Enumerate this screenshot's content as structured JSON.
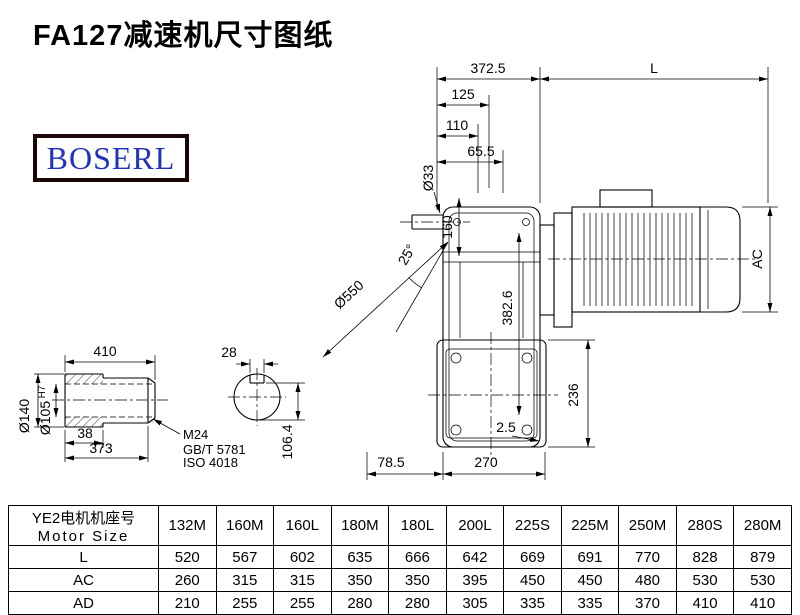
{
  "page": {
    "title": "FA127减速机尺寸图纸",
    "logo_text": "BOSERL"
  },
  "dims": {
    "top_width": "372.5",
    "motor_length": "L",
    "d125": "125",
    "d110": "110",
    "d65_5": "65.5",
    "shaft_dia": "Ø33",
    "d160": "160",
    "angle": "25°",
    "flange_dia": "Ø550",
    "d382_6": "382.6",
    "motor_dia": "AC",
    "d236": "236",
    "d2_5": "2.5",
    "d78_5": "78.5",
    "d270": "270",
    "shaft_len": "410",
    "key_width": "28",
    "d140": "Ø140",
    "bore": "Ø105",
    "bore_tol": "H7",
    "d38": "38",
    "d373": "373",
    "thread": "M24",
    "std1": "GB/T 5781",
    "std2": "ISO 4018",
    "d106_4": "106.4"
  },
  "table": {
    "header": {
      "line1": "YE2电机机座号",
      "line2": "Motor Size"
    },
    "columns": [
      "132M",
      "160M",
      "160L",
      "180M",
      "180L",
      "200L",
      "225S",
      "225M",
      "250M",
      "280S",
      "280M"
    ],
    "rows": [
      {
        "label": "L",
        "values": [
          "520",
          "567",
          "602",
          "635",
          "666",
          "642",
          "669",
          "691",
          "770",
          "828",
          "879"
        ]
      },
      {
        "label": "AC",
        "values": [
          "260",
          "315",
          "315",
          "350",
          "350",
          "395",
          "450",
          "450",
          "480",
          "530",
          "530"
        ]
      },
      {
        "label": "AD",
        "values": [
          "210",
          "255",
          "255",
          "280",
          "280",
          "305",
          "335",
          "335",
          "370",
          "410",
          "410"
        ]
      }
    ]
  }
}
